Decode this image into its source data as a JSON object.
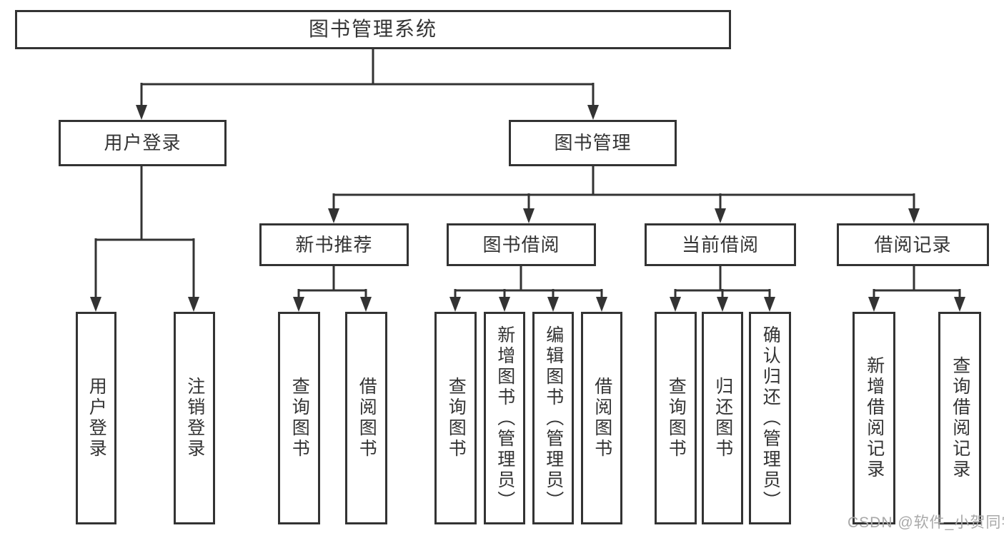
{
  "diagram": {
    "root": {
      "label": "图书管理系统"
    },
    "children": [
      {
        "label": "用户登录",
        "children": [
          {
            "label": "用户登录"
          },
          {
            "label": "注销登录"
          }
        ]
      },
      {
        "label": "图书管理",
        "children": [
          {
            "label": "新书推荐",
            "children": [
              {
                "label": "查询图书"
              },
              {
                "label": "借阅图书"
              }
            ]
          },
          {
            "label": "图书借阅",
            "children": [
              {
                "label": "查询图书"
              },
              {
                "label": "新增图书（管理员）"
              },
              {
                "label": "编辑图书（管理员）"
              },
              {
                "label": "借阅图书"
              }
            ]
          },
          {
            "label": "当前借阅",
            "children": [
              {
                "label": "查询图书"
              },
              {
                "label": "归还图书"
              },
              {
                "label": "确认归还（管理员）"
              }
            ]
          },
          {
            "label": "借阅记录",
            "children": [
              {
                "label": "新增借阅记录"
              },
              {
                "label": "查询借阅记录"
              }
            ]
          }
        ]
      }
    ]
  },
  "watermark": {
    "text": "CSDN @软件_小贺同学"
  },
  "colors": {
    "line": "#333333",
    "text": "#333333",
    "bg": "#ffffff",
    "watermark": "#a9a9a9"
  }
}
